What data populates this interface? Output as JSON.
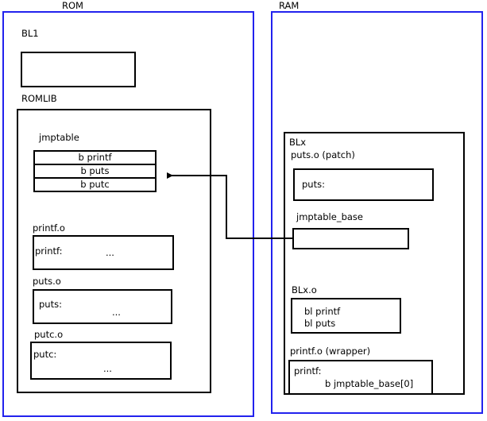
{
  "diagram": {
    "title_rom": "ROM",
    "title_ram": "RAM"
  },
  "rom": {
    "bl1": {
      "label": "BL1"
    },
    "romlib": {
      "label": "ROMLIB",
      "jmptable": {
        "label": "jmptable",
        "entries": [
          {
            "text": "b printf"
          },
          {
            "text": "b puts"
          },
          {
            "text": "b putc"
          }
        ]
      },
      "objects": [
        {
          "label": "printf.o",
          "symbol": "printf:",
          "body": "..."
        },
        {
          "label": "puts.o",
          "symbol": "puts:",
          "body": "..."
        },
        {
          "label": "putc.o",
          "symbol": "putc:",
          "body": "..."
        }
      ]
    }
  },
  "ram": {
    "blx": {
      "label": "BLx",
      "patch": {
        "label": "puts.o (patch)",
        "symbol": "puts:"
      },
      "jmptable_base": {
        "label": "jmptable_base",
        "content": ""
      },
      "blx_o": {
        "label": "BLx.o",
        "line1": "bl printf",
        "line2": "bl puts"
      },
      "printf_wrapper": {
        "label": "printf.o (wrapper)",
        "symbol": "printf:",
        "instruction": "b jmptable_base[0]"
      }
    }
  },
  "connector": {
    "name": "jmptable-base-to-jmptable-puts-arrow",
    "color": "#000000"
  }
}
